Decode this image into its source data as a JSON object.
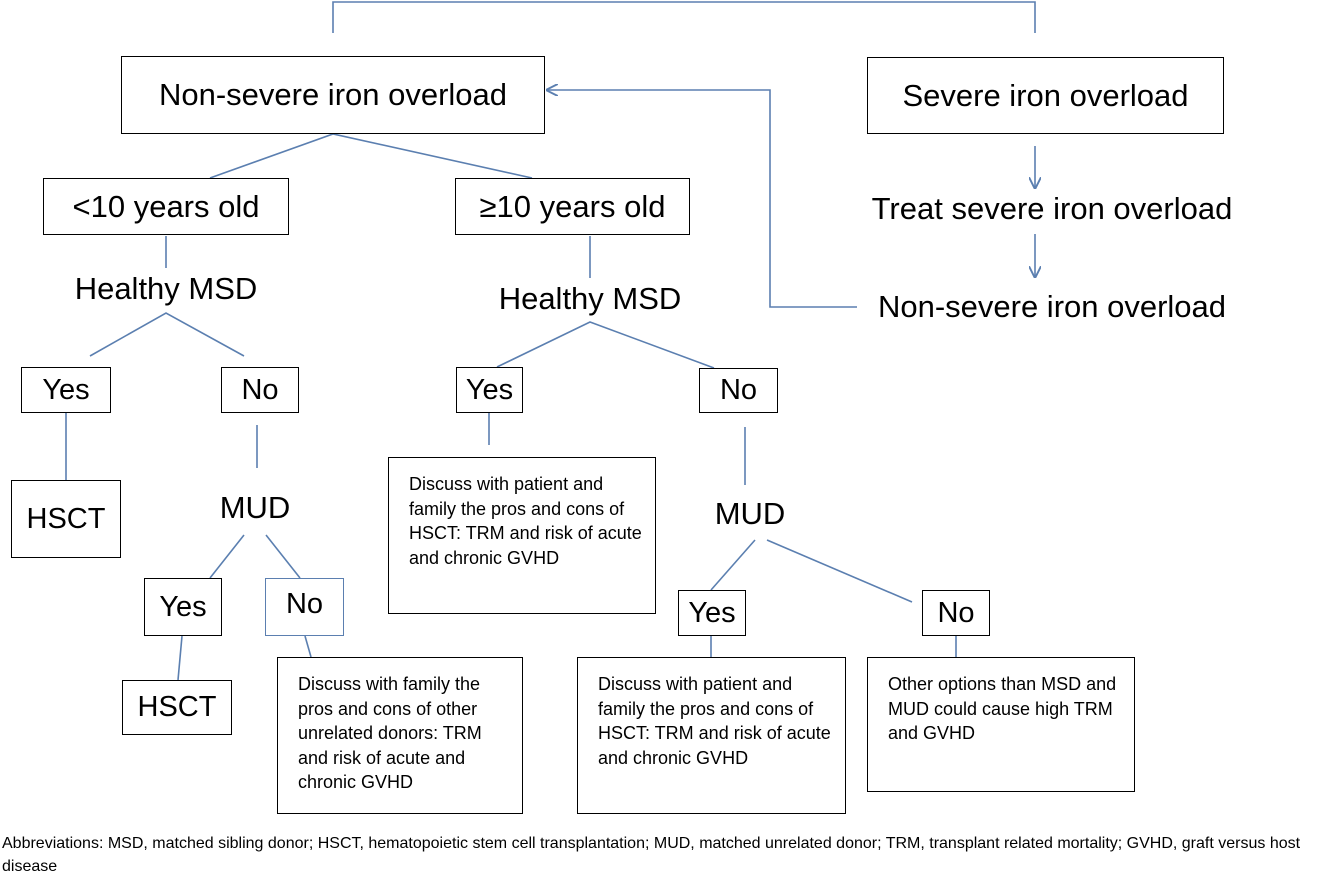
{
  "nodes": {
    "nonsevere_top": "Non-severe iron overload",
    "severe": "Severe iron overload",
    "treat": "Treat severe iron overload",
    "nonsevere_right": "Non-severe iron overload",
    "lt10": "<10 years old",
    "ge10": "≥10 years old",
    "msd_left": "Healthy MSD",
    "msd_right": "Healthy MSD",
    "yes_l1": "Yes",
    "no_l1": "No",
    "hsct_1": "HSCT",
    "mud_left": "MUD",
    "yes_l2": "Yes",
    "no_l2": "No",
    "hsct_2": "HSCT",
    "discuss_other": "Discuss with family  the pros and cons of other unrelated donors:  TRM and risk of acute and chronic GVHD",
    "yes_r1": "Yes",
    "no_r1": "No",
    "discuss_msd": "Discuss with patient and family the pros and cons of HSCT:  TRM and risk of acute and chronic GVHD",
    "mud_right": "MUD",
    "yes_r2": "Yes",
    "no_r2": "No",
    "discuss_mud": "Discuss with patient and family the pros and cons of HSCT:  TRM  and risk of acute and chronic GVHD",
    "other_options": "Other options than MSD and MUD could cause high TRM and GVHD"
  },
  "footnote": "Abbreviations: MSD, matched sibling donor; HSCT, hematopoietic stem cell transplantation; MUD, matched unrelated donor; TRM, transplant related mortality; GVHD, graft versus host disease",
  "colors": {
    "connector": "#5b7fb0",
    "box_border": "#000000",
    "text": "#000000"
  }
}
